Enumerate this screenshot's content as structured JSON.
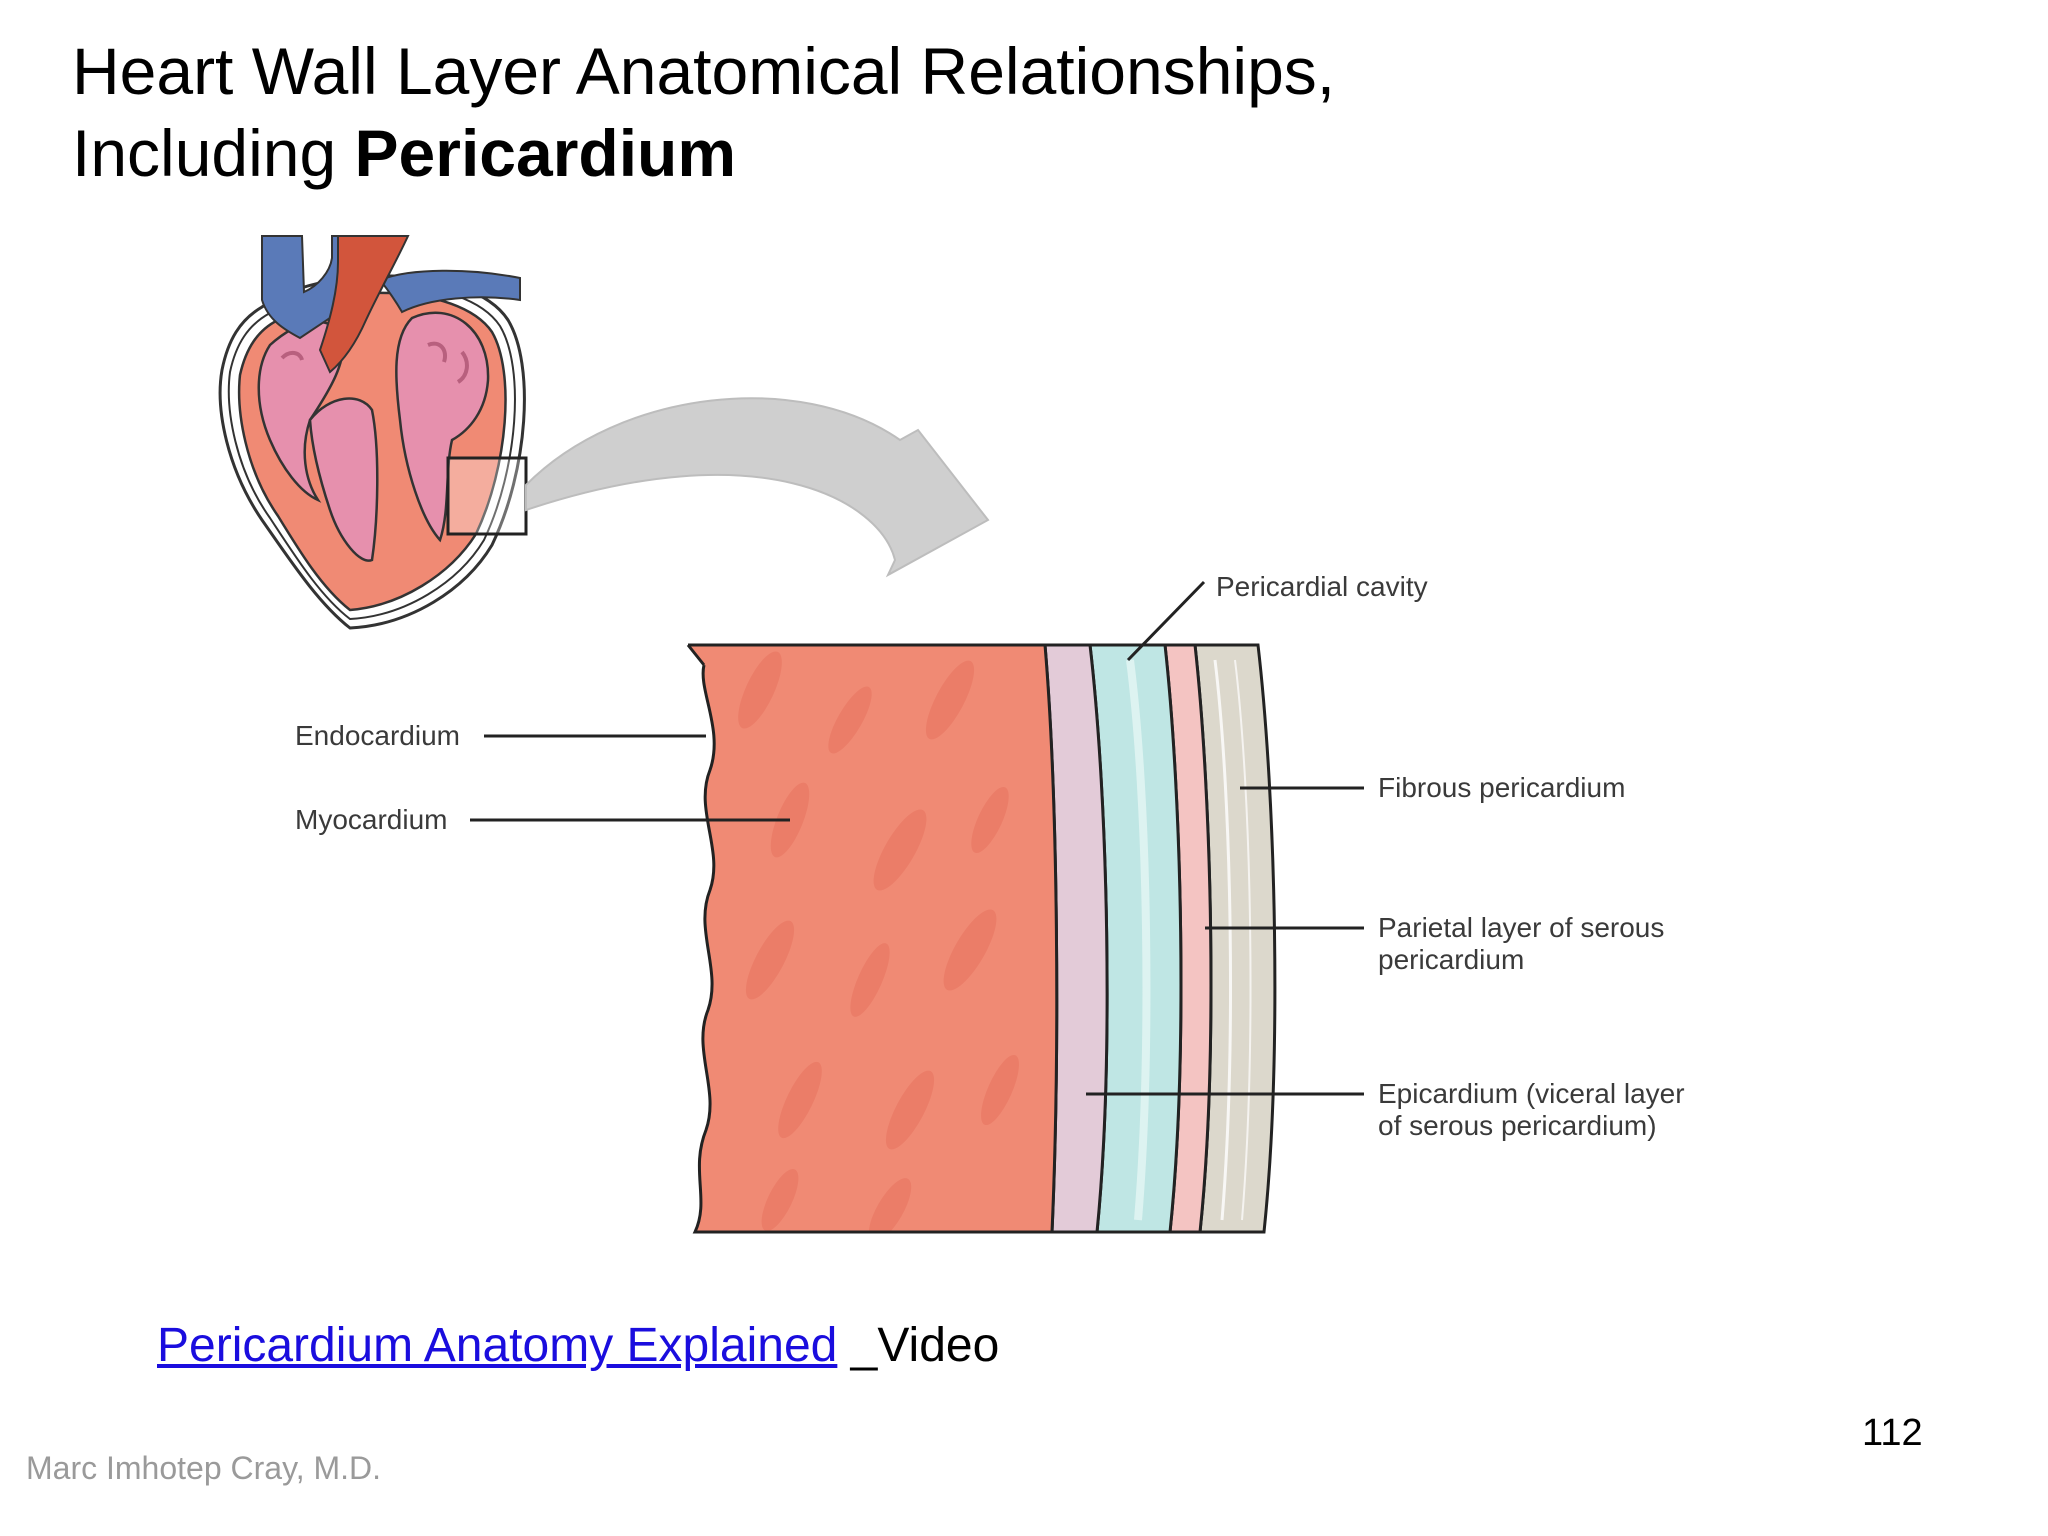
{
  "slide": {
    "title_line1": "Heart Wall Layer Anatomical Relationships,",
    "title_line2_prefix": "Including ",
    "title_line2_bold": "Pericardium",
    "page_number": "112",
    "author": "Marc Imhotep Cray, M.D."
  },
  "video": {
    "link_text": "Pericardium  Anatomy Explained",
    "suffix": " _Video"
  },
  "diagram": {
    "labels": {
      "pericardial_cavity": "Pericardial cavity",
      "endocardium": "Endocardium",
      "myocardium": "Myocardium",
      "fibrous_pericardium": "Fibrous pericardium",
      "parietal_line1": "Parietal layer of serous",
      "parietal_line2": "pericardium",
      "epicardium_line1": "Epicardium (viceral layer",
      "epicardium_line2": "of serous pericardium)"
    },
    "colors": {
      "myocardium": "#f08a74",
      "epicardium": "#e3cbd8",
      "pericardial_cavity": "#bfe6e4",
      "parietal": "#f4c4c2",
      "fibrous": "#dcd8cc",
      "vein": "#5a7ab8",
      "aorta": "#d2553c",
      "chamber": "#e690ad",
      "arrow": "#cfcfcf"
    }
  }
}
